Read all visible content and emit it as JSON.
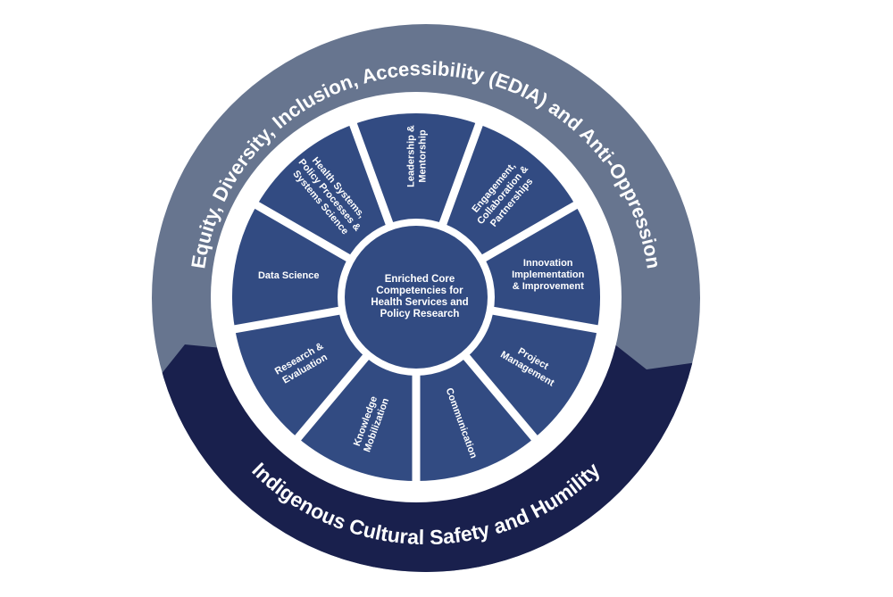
{
  "outer_band": {
    "label": "Equity, Diversity, Inclusion, Accessibility (EDIA) and Anti-Oppression",
    "color": "#67758f"
  },
  "lower_band": {
    "label": "Indigenous Cultural Safety and Humility",
    "color": "#19204d"
  },
  "center": {
    "lines": [
      "Enriched Core",
      "Competencies for",
      "Health Services and",
      "Policy Research"
    ],
    "color": "#324b82"
  },
  "wedge_color": "#324b82",
  "competencies": [
    {
      "name": "health-systems",
      "lines": [
        "Health Systems,",
        "Policy Processes &",
        "Systems Science"
      ]
    },
    {
      "name": "leadership",
      "lines": [
        "Leadership &",
        "Mentorship"
      ]
    },
    {
      "name": "engagement",
      "lines": [
        "Engagement,",
        "Collaboration &",
        "Partnerships"
      ]
    },
    {
      "name": "innovation",
      "lines": [
        "Innovation",
        "Implementation",
        "& Improvement"
      ]
    },
    {
      "name": "project-management",
      "lines": [
        "Project",
        "Management"
      ]
    },
    {
      "name": "communication",
      "lines": [
        "Communication"
      ]
    },
    {
      "name": "knowledge-mobilization",
      "lines": [
        "Knowledge",
        "Mobilization"
      ]
    },
    {
      "name": "research-evaluation",
      "lines": [
        "Research &",
        "Evaluation"
      ]
    },
    {
      "name": "data-science",
      "lines": [
        "Data Science"
      ]
    }
  ]
}
